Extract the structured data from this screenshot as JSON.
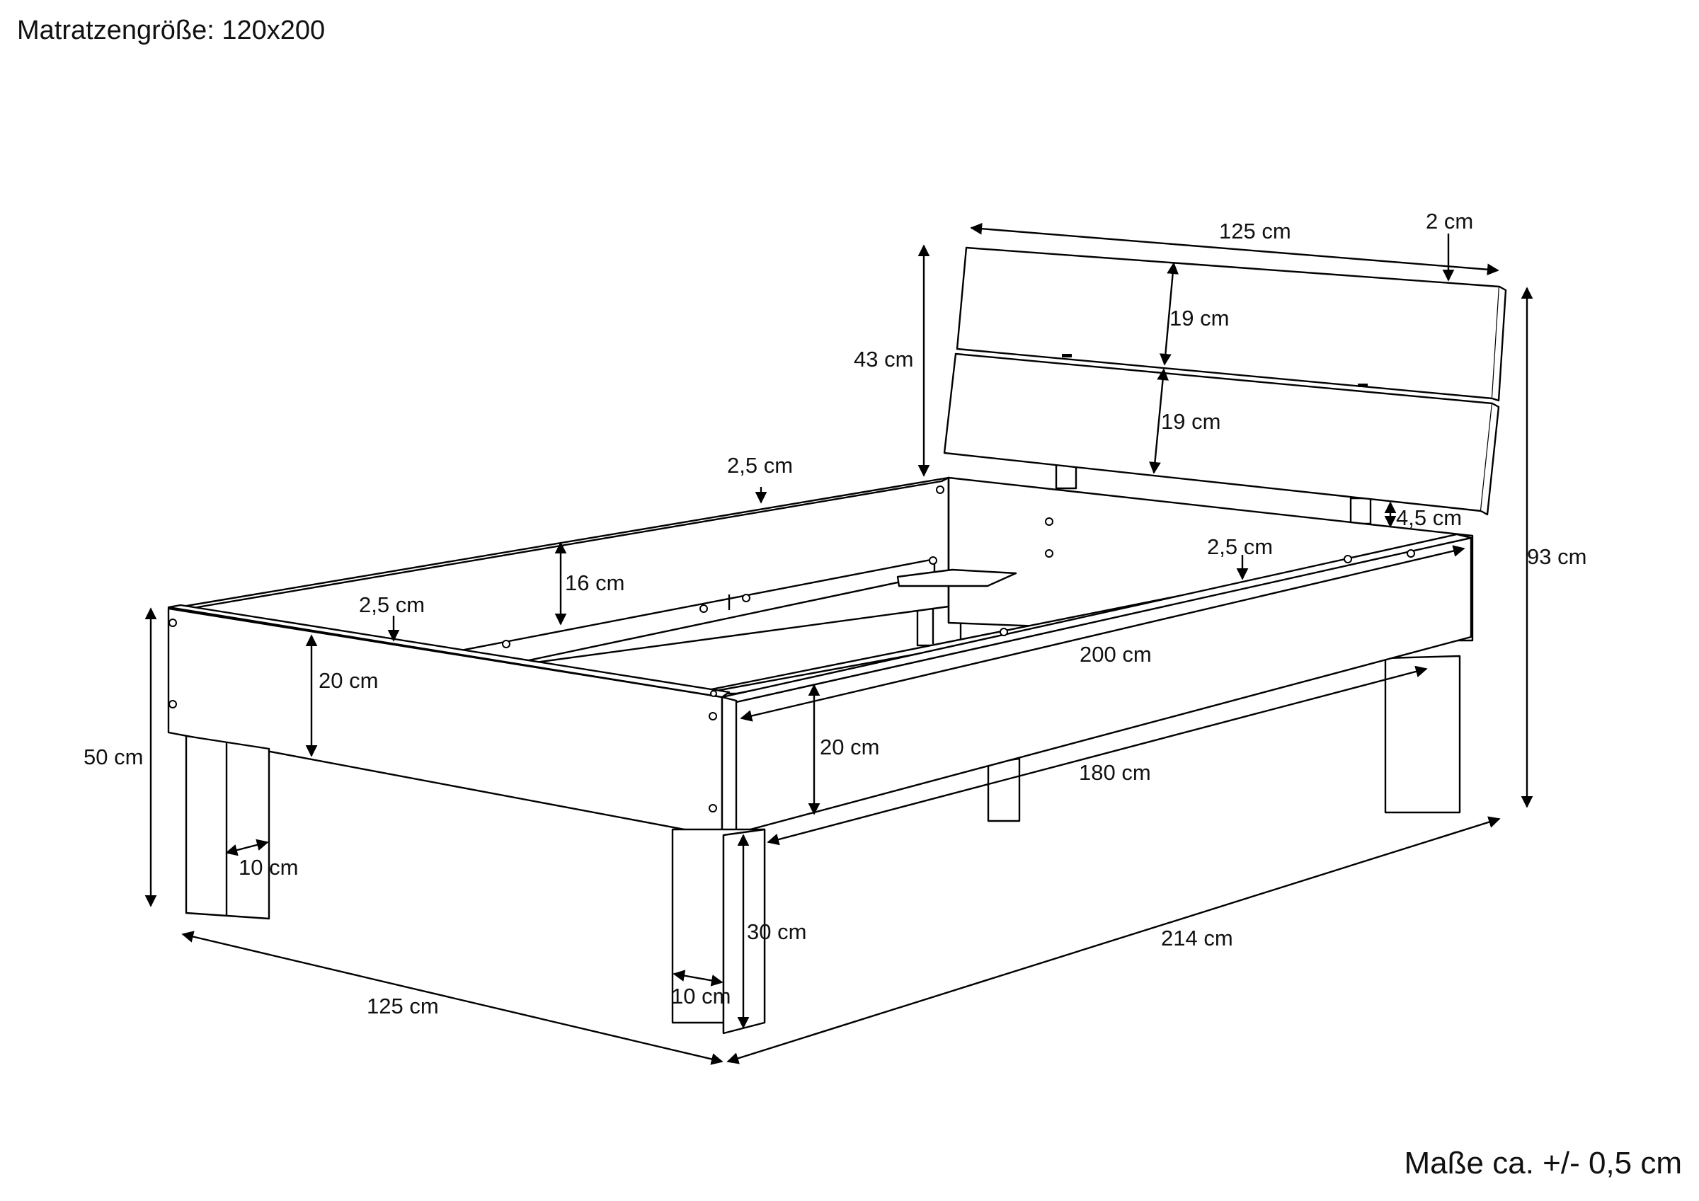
{
  "header": {
    "mattress_size": "Matratzengröße: 120x200"
  },
  "footer": {
    "tolerance_note": "Maße ca. +/- 0,5 cm"
  },
  "dimensions": {
    "headboard_width": "125 cm",
    "headboard_board_thickness": "2 cm",
    "headboard_height": "43 cm",
    "headboard_board_upper": "19 cm",
    "headboard_board_lower": "19 cm",
    "headboard_gap": "4,5 cm",
    "total_height": "93 cm",
    "frame_thickness_back": "2,5 cm",
    "frame_thickness_side": "2,5 cm",
    "frame_thickness_front": "2,5 cm",
    "inner_side_height": "16 cm",
    "front_board_height": "20 cm",
    "side_board_height": "20 cm",
    "inner_length": "200 cm",
    "leg_spacing_length": "180 cm",
    "overall_bed_height": "50 cm",
    "leg_width_left": "10 cm",
    "leg_width_front": "10 cm",
    "leg_height": "30 cm",
    "overall_width": "125 cm",
    "overall_length": "214 cm"
  }
}
